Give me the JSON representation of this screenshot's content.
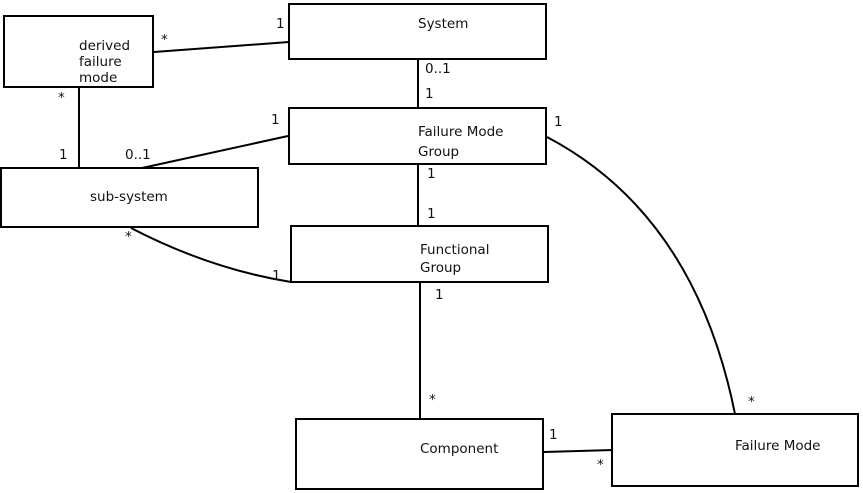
{
  "nodes": {
    "derived_failure_mode": {
      "label": "derived\nfailure\nmode"
    },
    "system": {
      "label": "System"
    },
    "failure_mode_group": {
      "label": "Failure Mode\nGroup"
    },
    "sub_system": {
      "label": "sub-system"
    },
    "functional_group": {
      "label": "Functional\nGroup"
    },
    "component": {
      "label": "Component"
    },
    "failure_mode": {
      "label": "Failure Mode"
    }
  },
  "edges": {
    "system_derived_failure_mode": {
      "system_end": "1",
      "derived_end": "*"
    },
    "derived_failure_mode_sub_system": {
      "derived_end": "*",
      "sub_system_end": "1"
    },
    "system_failure_mode_group": {
      "system_end": "0..1",
      "group_end": "1"
    },
    "failure_mode_group_sub_system": {
      "group_end": "1",
      "sub_system_end": "0..1"
    },
    "failure_mode_group_functional_group": {
      "group_end": "1",
      "functional_group_end": "1"
    },
    "sub_system_functional_group": {
      "sub_system_end": "*",
      "functional_group_end": "1"
    },
    "functional_group_component": {
      "functional_group_end": "1",
      "component_end": "*"
    },
    "component_failure_mode": {
      "component_end": "1",
      "failure_mode_end": "*"
    },
    "failure_mode_group_failure_mode": {
      "group_end": "1",
      "failure_mode_end": "*"
    }
  },
  "colors": {
    "line": "#000000",
    "background": "#ffffff",
    "text": "#111111"
  }
}
